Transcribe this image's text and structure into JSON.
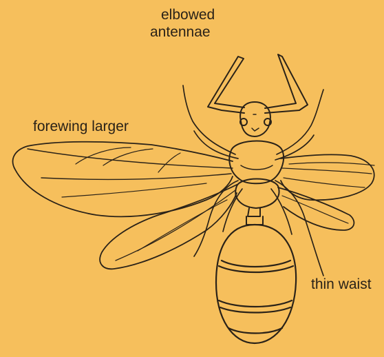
{
  "labels": {
    "antennae_line1": "elbowed",
    "antennae_line2": "antennae",
    "forewing": "forewing larger",
    "waist": "thin waist"
  },
  "colors": {
    "background": "#f6bf5c",
    "ink": "#2a2218"
  }
}
